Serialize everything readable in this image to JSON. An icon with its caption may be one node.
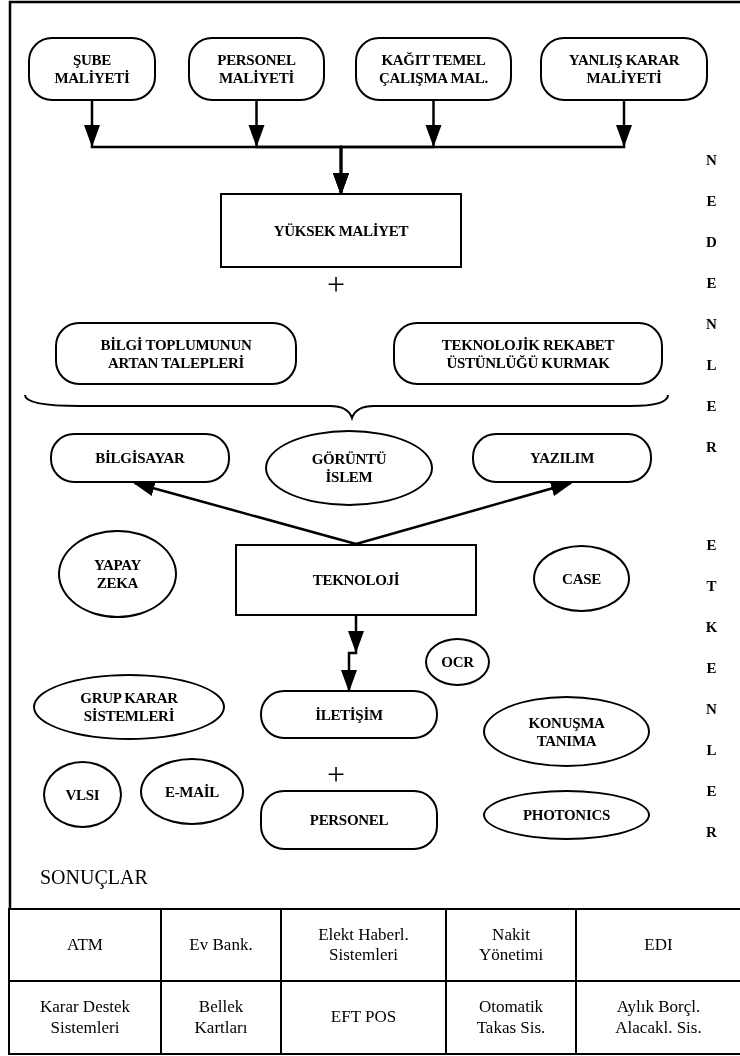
{
  "diagram": {
    "nodes": [
      {
        "text": [
          "ŞUBE MALİYETİ"
        ]
      },
      {
        "text": [
          "PERSONEL MALİYETİ"
        ]
      },
      {
        "text": [
          "KAĞIT TEMEL ÇALIŞMA MAL."
        ]
      },
      {
        "text": [
          "YANLIŞ KARAR MALİYETİ"
        ]
      },
      {
        "text": [
          "YÜKSEK MALİYET"
        ]
      },
      {
        "text": [
          "BİLGİ TOPLUMUNUN ARTAN TALEPLERİ"
        ]
      },
      {
        "text": [
          "TEKNOLOJİK REKABET ÜSTÜNLÜĞÜ KURMAK"
        ]
      },
      {
        "text": [
          "BİLGİSAYAR"
        ]
      },
      {
        "text": [
          "GÖRÜNTÜ İSLEM"
        ]
      },
      {
        "text": [
          "YAZILIM"
        ]
      },
      {
        "text": [
          "YAPAY ZEKA"
        ]
      },
      {
        "text": [
          "TEKNOLOJİ"
        ]
      },
      {
        "text": [
          "CASE"
        ]
      },
      {
        "text": [
          "OCR"
        ]
      },
      {
        "text": [
          "GRUP KARAR SİSTEMLERİ"
        ]
      },
      {
        "text": [
          "İLETİŞİM"
        ]
      },
      {
        "text": [
          "KONUŞMA TANIMA"
        ]
      },
      {
        "text": [
          "VLSI"
        ]
      },
      {
        "text": [
          "E-MAİL"
        ]
      },
      {
        "text": [
          "PERSONEL"
        ]
      },
      {
        "text": [
          "PHOTONICS"
        ]
      }
    ],
    "edges": [
      {
        "from": 0,
        "to": 4,
        "arrow": "to"
      },
      {
        "from": 1,
        "to": 4,
        "arrow": "to"
      },
      {
        "from": 2,
        "to": 4,
        "arrow": "to"
      },
      {
        "from": 3,
        "to": 4,
        "arrow": "to"
      },
      {
        "from": 11,
        "to": 7,
        "arrow": "to"
      },
      {
        "from": 11,
        "to": 9,
        "arrow": "to"
      },
      {
        "from": 11,
        "to": 15,
        "arrow": "to"
      }
    ],
    "labels": [
      "NEDENLER",
      "+",
      "ETKENLER",
      "+",
      "SONUÇLAR",
      "ATM",
      "Ev Bank.",
      "Elekt Haberl. Sistemleri",
      "Nakit Yönetimi",
      "EDI",
      "Karar Destek Sistemleri",
      "Bellek Kartları",
      "EFT POS",
      "Otomatik Takas Sis.",
      "Aylık Borçl. Alacakl. Sis."
    ]
  }
}
